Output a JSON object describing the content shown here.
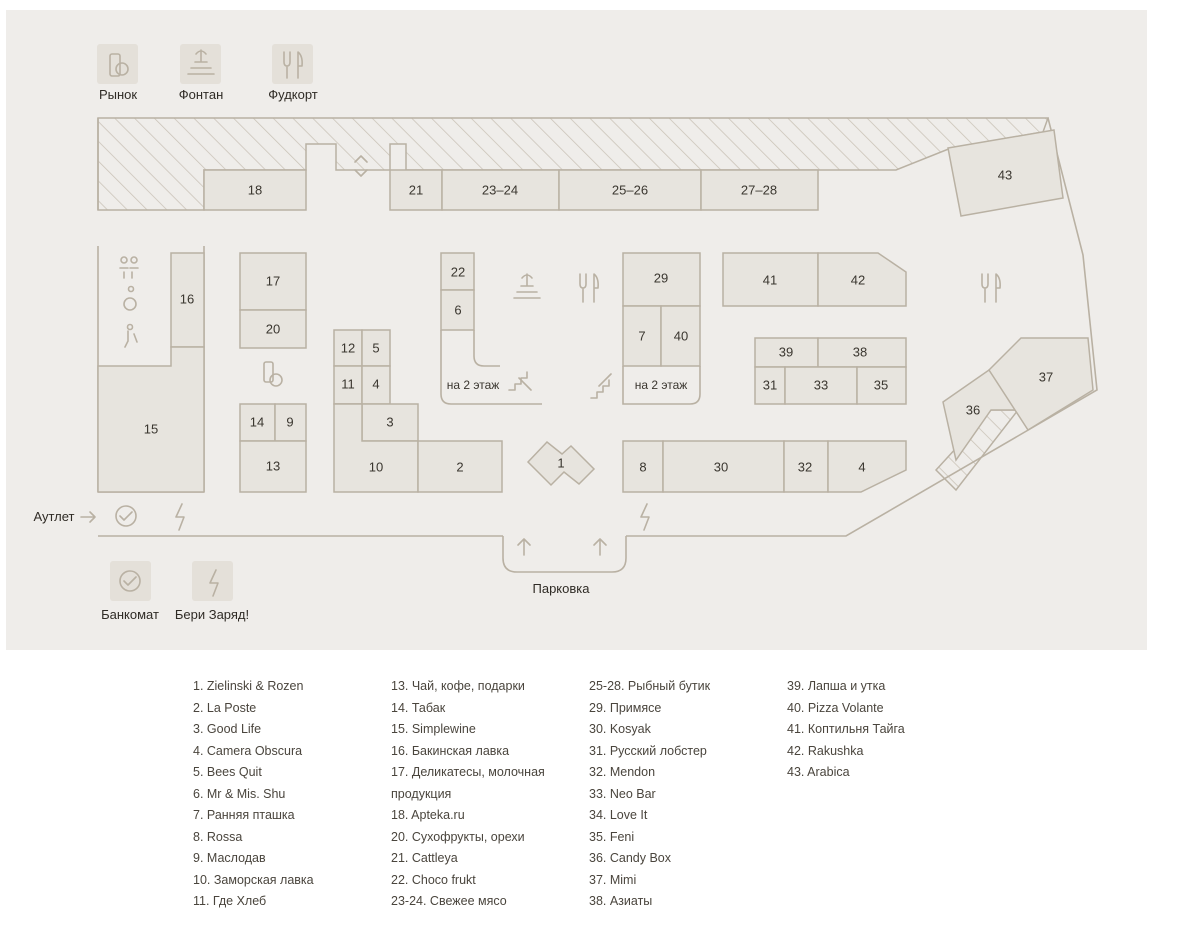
{
  "top_icons": [
    {
      "name": "market-icon",
      "label": "Рынок"
    },
    {
      "name": "fountain-icon",
      "label": "Фонтан"
    },
    {
      "name": "foodcourt-icon",
      "label": "Фудкорт"
    }
  ],
  "bottom_icons": [
    {
      "name": "atm-icon",
      "label": "Банкомат"
    },
    {
      "name": "charge-icon",
      "label": "Бери Заряд!"
    }
  ],
  "labels": {
    "outlet": "Аутлет",
    "parking": "Парковка",
    "upstairs_left": "на 2 этаж",
    "upstairs_right": "на 2 этаж"
  },
  "shops": {
    "s18": "18",
    "s21": "21",
    "s2324": "23–24",
    "s2526": "25–26",
    "s2728": "27–28",
    "s43": "43",
    "s16": "16",
    "s15": "15",
    "s17": "17",
    "s20": "20",
    "s14": "14",
    "s9": "9",
    "s13": "13",
    "s12": "12",
    "s5": "5",
    "s11": "11",
    "s4a": "4",
    "s3": "3",
    "s10": "10",
    "s2": "2",
    "s22": "22",
    "s6": "6",
    "s1": "1",
    "s29": "29",
    "s7": "7",
    "s40": "40",
    "s41": "41",
    "s42": "42",
    "s39": "39",
    "s38": "38",
    "s31": "31",
    "s33": "33",
    "s35": "35",
    "s8": "8",
    "s30": "30",
    "s32": "32",
    "s4b": "4",
    "s36": "36",
    "s37": "37"
  },
  "legend": {
    "col1": [
      "1. Zielinski & Rozen",
      "2. La Poste",
      "3. Good Life",
      "4. Camera Obscura",
      "5. Bees Quit",
      "6. Mr & Mis. Shu",
      "7. Ранняя пташка",
      "8. Rossa",
      "9. Маслодав",
      "10. Заморская лавка",
      "11. Где Хлеб"
    ],
    "col2": [
      "13. Чай, кофе, подарки",
      "14. Табак",
      "15. Simplewine",
      "16. Бакинская лавка",
      "17. Деликатесы, молочная продукция",
      "18. Apteka.ru",
      "20. Сухофрукты, орехи",
      "21. Cattleya",
      "22. Choco frukt",
      "23-24. Свежее мясо"
    ],
    "col3": [
      "25-28. Рыбный бутик",
      "29. Примясе",
      "30. Kosyak",
      "31. Русский лобстер",
      "32. Mendon",
      "33. Neo Bar",
      "34. Love It",
      "35. Feni",
      "36. Candy Box",
      "37. Mimi",
      "38. Азиаты"
    ],
    "col4": [
      "39. Лапша и утка",
      "40. Pizza Volante",
      "41. Коптильня Тайга",
      "42. Rakushka",
      "43. Arabica"
    ]
  }
}
